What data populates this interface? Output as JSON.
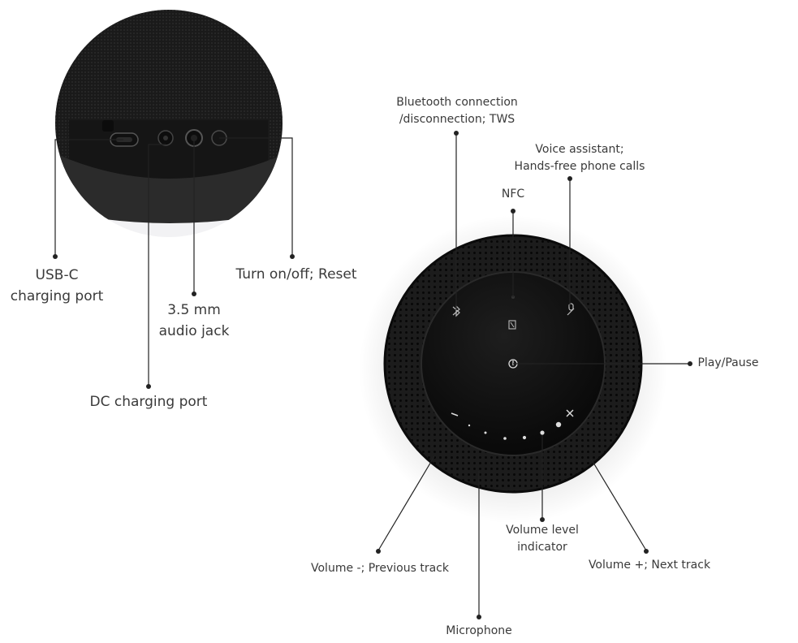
{
  "labels": {
    "usb_c": "USB-C\ncharging port",
    "dc": "DC charging port",
    "jack": "3.5 mm\naudio jack",
    "power": "Turn on/off; Reset",
    "bluetooth": "Bluetooth connection\n/disconnection; TWS",
    "voice": "Voice assistant;\nHands-free phone calls",
    "nfc": "NFC",
    "play": "Play/Pause",
    "volume_minus": "Volume -; Previous track",
    "volume_plus": "Volume +; Next track",
    "volume_level": "Volume level\nindicator",
    "microphone": "Microphone"
  },
  "colors": {
    "speaker_body": "#1b1b1b",
    "top_panel": "#111111",
    "line": "#222222",
    "text": "#3a3a3a"
  },
  "icons": [
    "bluetooth-icon",
    "nfc-icon",
    "voice-icon",
    "power-icon",
    "minus-icon",
    "plus-icon"
  ]
}
